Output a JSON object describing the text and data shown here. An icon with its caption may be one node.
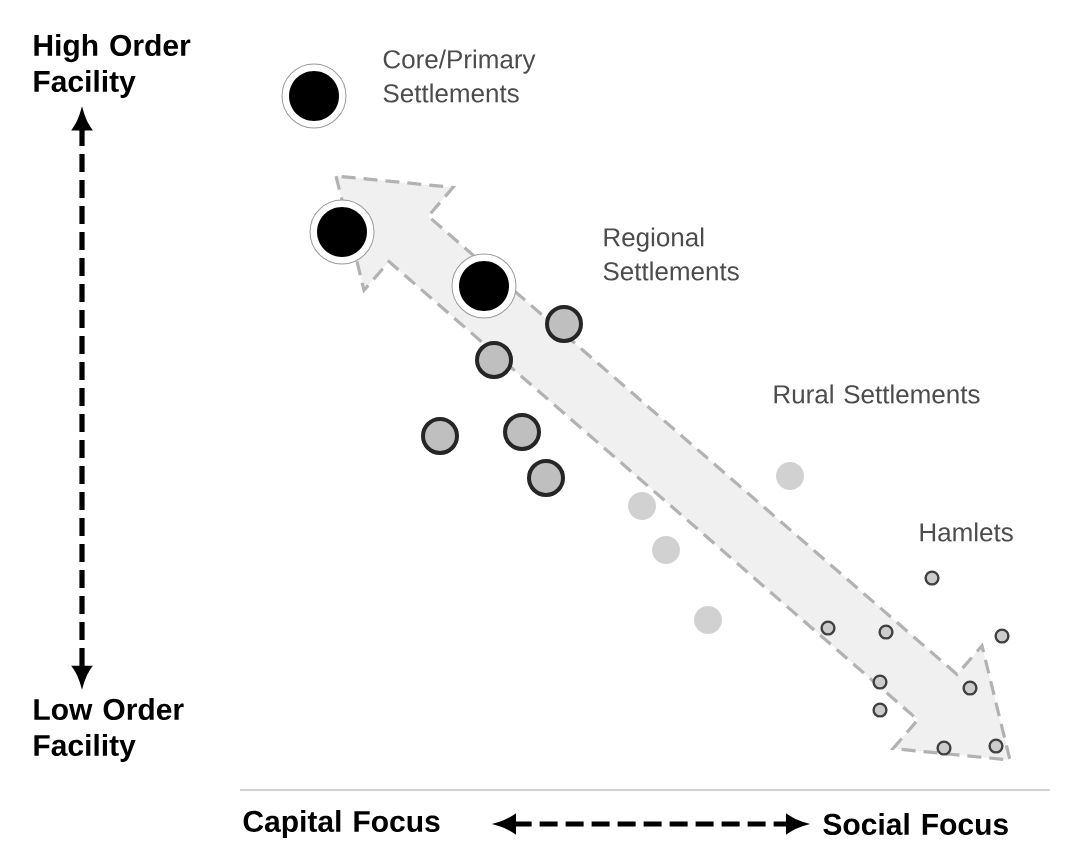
{
  "diagram": {
    "nodes": [
      {
        "text": [
          "High Order Facility"
        ]
      },
      {
        "text": [
          "Low Order Facility"
        ]
      },
      {
        "text": [
          "Capital Focus"
        ]
      },
      {
        "text": [
          "Social Focus"
        ]
      }
    ],
    "edges": [
      {
        "from": 0,
        "to": 1,
        "arrow": "both",
        "style": "dashed"
      },
      {
        "from": 2,
        "to": 3,
        "arrow": "both",
        "style": "dashed"
      }
    ],
    "labels": [
      "Core/Primary Settlements",
      "Regional Settlements",
      "Rural Settlements",
      "Hamlets"
    ]
  }
}
